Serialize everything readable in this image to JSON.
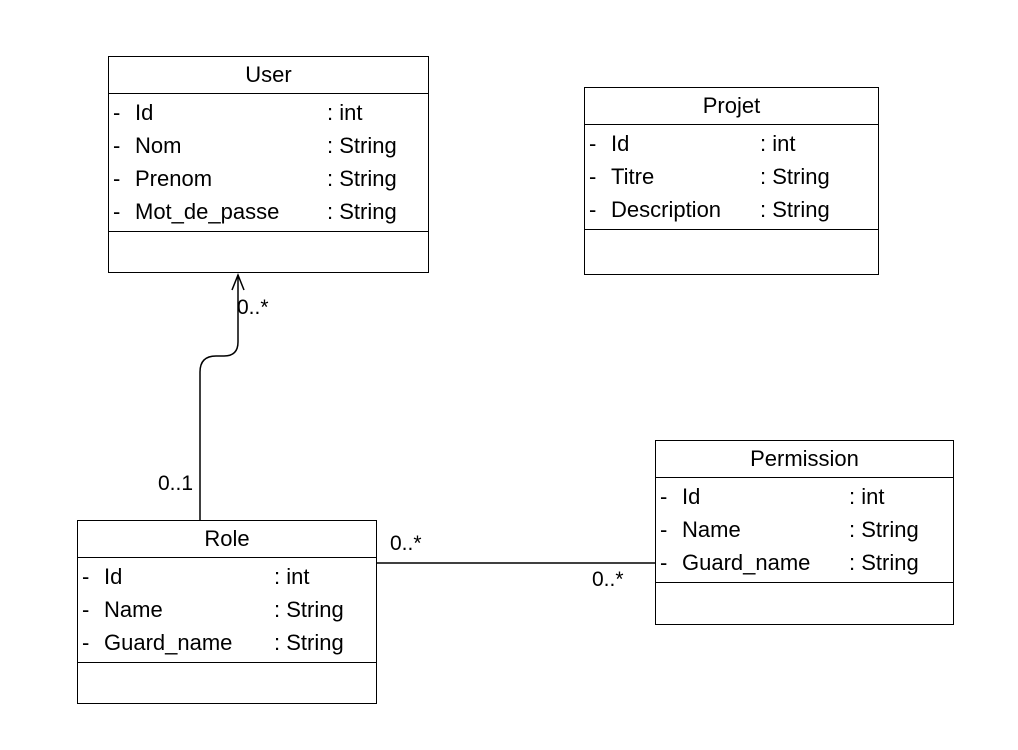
{
  "classes": {
    "user": {
      "name": "User",
      "attributes": [
        {
          "vis": "-",
          "name": "Id",
          "type": ": int"
        },
        {
          "vis": "-",
          "name": "Nom",
          "type": ": String"
        },
        {
          "vis": "-",
          "name": "Prenom",
          "type": ": String"
        },
        {
          "vis": "-",
          "name": "Mot_de_passe",
          "type": ": String"
        }
      ]
    },
    "projet": {
      "name": "Projet",
      "attributes": [
        {
          "vis": "-",
          "name": "Id",
          "type": ": int"
        },
        {
          "vis": "-",
          "name": "Titre",
          "type": ": String"
        },
        {
          "vis": "-",
          "name": "Description",
          "type": ": String"
        }
      ]
    },
    "role": {
      "name": "Role",
      "attributes": [
        {
          "vis": "-",
          "name": "Id",
          "type": ": int"
        },
        {
          "vis": "-",
          "name": "Name",
          "type": ": String"
        },
        {
          "vis": "-",
          "name": "Guard_name",
          "type": ": String"
        }
      ]
    },
    "permission": {
      "name": "Permission",
      "attributes": [
        {
          "vis": "-",
          "name": "Id",
          "type": ": int"
        },
        {
          "vis": "-",
          "name": "Name",
          "type": ": String"
        },
        {
          "vis": "-",
          "name": "Guard_name",
          "type": ": String"
        }
      ]
    }
  },
  "associations": {
    "user_role": {
      "user_end": "0..*",
      "role_end": "0..1"
    },
    "role_permission": {
      "role_end": "0..*",
      "permission_end": "0..*"
    }
  }
}
